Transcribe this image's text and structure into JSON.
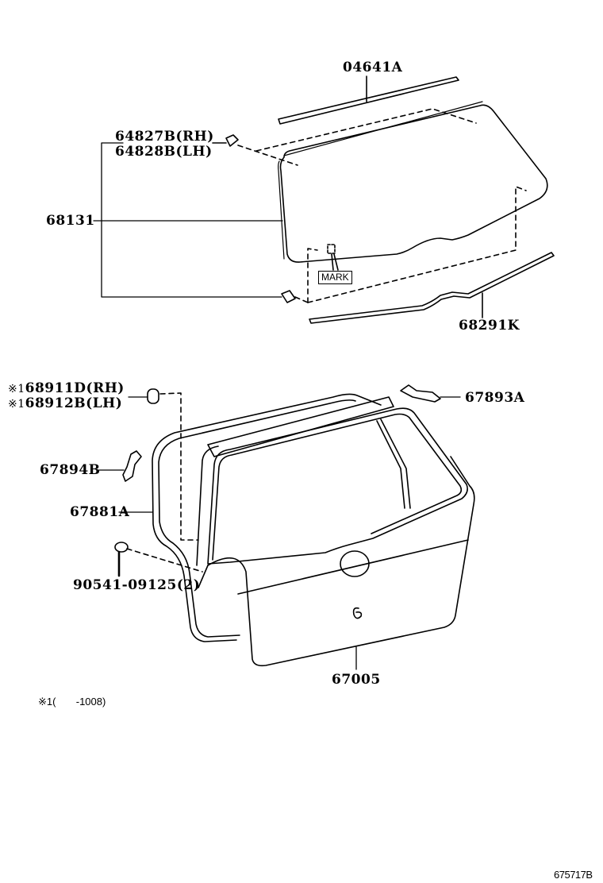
{
  "diagram": {
    "type": "exploded-parts-diagram",
    "subject": "Back door (hatchback) and rear window glass",
    "parts": [
      {
        "id": "p-04641a",
        "number": "04641A"
      },
      {
        "id": "p-64827b",
        "number": "64827B",
        "side": "(RH)"
      },
      {
        "id": "p-64828b",
        "number": "64828B",
        "side": "(LH)"
      },
      {
        "id": "p-68131",
        "number": "68131"
      },
      {
        "id": "p-68291k",
        "number": "68291K"
      },
      {
        "id": "p-68911d",
        "number": "68911D",
        "side": "(RH)",
        "note_ref": "※1"
      },
      {
        "id": "p-68912b",
        "number": "68912B",
        "side": "(LH)",
        "note_ref": "※1"
      },
      {
        "id": "p-67893a",
        "number": "67893A"
      },
      {
        "id": "p-67894b",
        "number": "67894B"
      },
      {
        "id": "p-67881a",
        "number": "67881A"
      },
      {
        "id": "p-90541",
        "number": "90541-09125",
        "qty": "(2)"
      },
      {
        "id": "p-67005",
        "number": "67005"
      }
    ],
    "mark_label": "MARK",
    "footnote": {
      "ref": "※1",
      "text": "(       -1008)"
    },
    "figure_code": "675717B"
  }
}
